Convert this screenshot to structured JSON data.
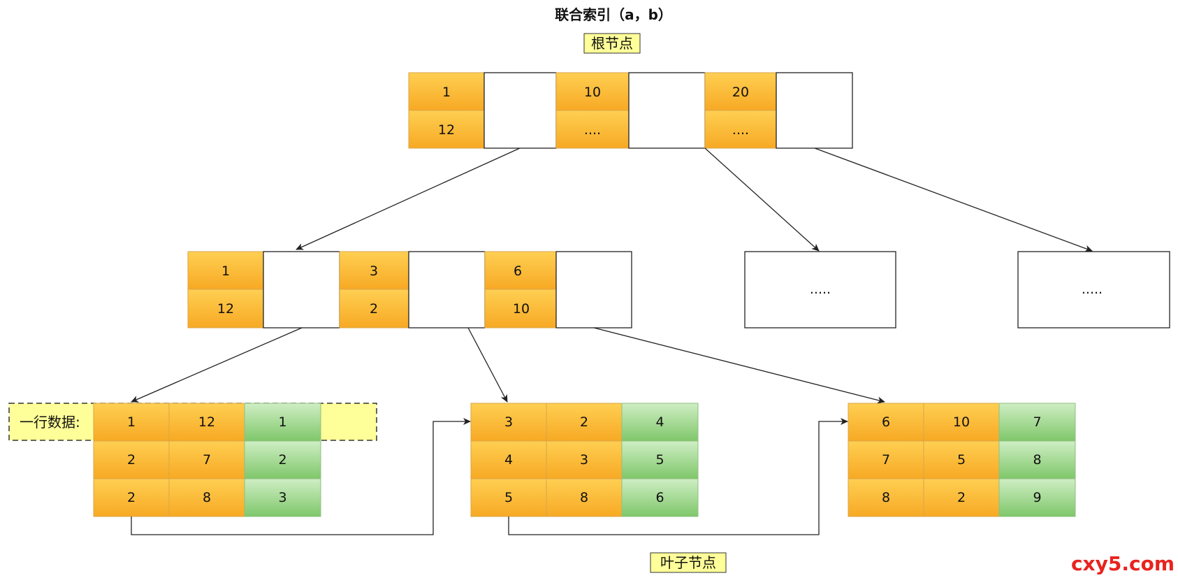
{
  "title": "联合索引（a，b）",
  "root_label": "根节点",
  "leaf_label": "叶子节点",
  "row_label": "一行数据:",
  "watermark": "cxy5.com",
  "colors": {
    "key_fill": "#f7a924",
    "key_fill_light": "#ffcf52",
    "pk_fill": "#7fc76a",
    "pk_fill_light": "#cfeec4",
    "label_fill": "#ffff99",
    "line": "#222222",
    "watermark": "#e8231e"
  },
  "root": {
    "entries": [
      {
        "a": "1",
        "b": "12"
      },
      {
        "a": "10",
        "b": "...."
      },
      {
        "a": "20",
        "b": "...."
      }
    ]
  },
  "internal": {
    "entries": [
      {
        "a": "1",
        "b": "12"
      },
      {
        "a": "3",
        "b": "2"
      },
      {
        "a": "6",
        "b": "10"
      }
    ],
    "other_nodes": [
      ".....",
      " ....."
    ]
  },
  "leaves": [
    {
      "rows": [
        [
          "1",
          "12",
          "1"
        ],
        [
          "2",
          "7",
          "2"
        ],
        [
          "2",
          "8",
          "3"
        ]
      ]
    },
    {
      "rows": [
        [
          "3",
          "2",
          "4"
        ],
        [
          "4",
          "3",
          "5"
        ],
        [
          "5",
          "8",
          "6"
        ]
      ]
    },
    {
      "rows": [
        [
          "6",
          "10",
          "7"
        ],
        [
          "7",
          "5",
          "8"
        ],
        [
          "8",
          "2",
          "9"
        ]
      ]
    }
  ]
}
